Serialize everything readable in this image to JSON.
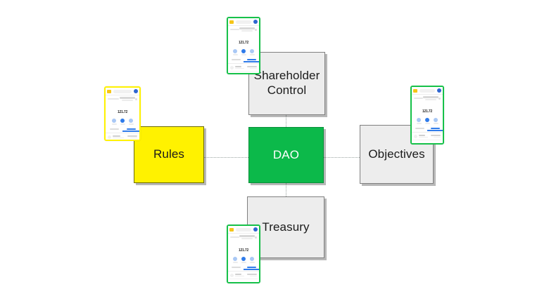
{
  "diagram": {
    "title": "DAO",
    "background_color": "#ffffff",
    "center": {
      "label": "DAO",
      "color": "#0cb94a",
      "text_color": "#ffffff"
    },
    "nodes": [
      {
        "id": "shareholder-control",
        "label": "Shareholder\nControl",
        "color": "#ededed",
        "position": "top"
      },
      {
        "id": "rules",
        "label": "Rules",
        "color": "#fff200",
        "position": "left"
      },
      {
        "id": "objectives",
        "label": "Objectives",
        "color": "#ededed",
        "position": "right"
      },
      {
        "id": "treasury",
        "label": "Treasury",
        "color": "#ededed",
        "position": "bottom"
      }
    ],
    "connector_color": "#9aa3a0",
    "connector_style": "dotted"
  },
  "labels": {
    "center": "DAO",
    "top_line1": "Shareholder",
    "top_line2": "Control",
    "left": "Rules",
    "right": "Objectives",
    "bottom": "Treasury"
  },
  "phone_mockup": {
    "frame_color_green": "#17c24a",
    "frame_color_yellow": "#fff200",
    "balance": "121.72",
    "actions": [
      {
        "name": "send-action",
        "accent": "#a9c8f5"
      },
      {
        "name": "receive-action",
        "accent": "#2f7bea"
      },
      {
        "name": "swap-action",
        "accent": "#a9c8f5"
      }
    ],
    "tabs": [
      {
        "name": "tokens-tab",
        "active": false
      },
      {
        "name": "activity-tab",
        "active": true
      }
    ],
    "rows": [
      {
        "name": "transaction-row-1"
      },
      {
        "name": "transaction-row-2"
      }
    ]
  }
}
